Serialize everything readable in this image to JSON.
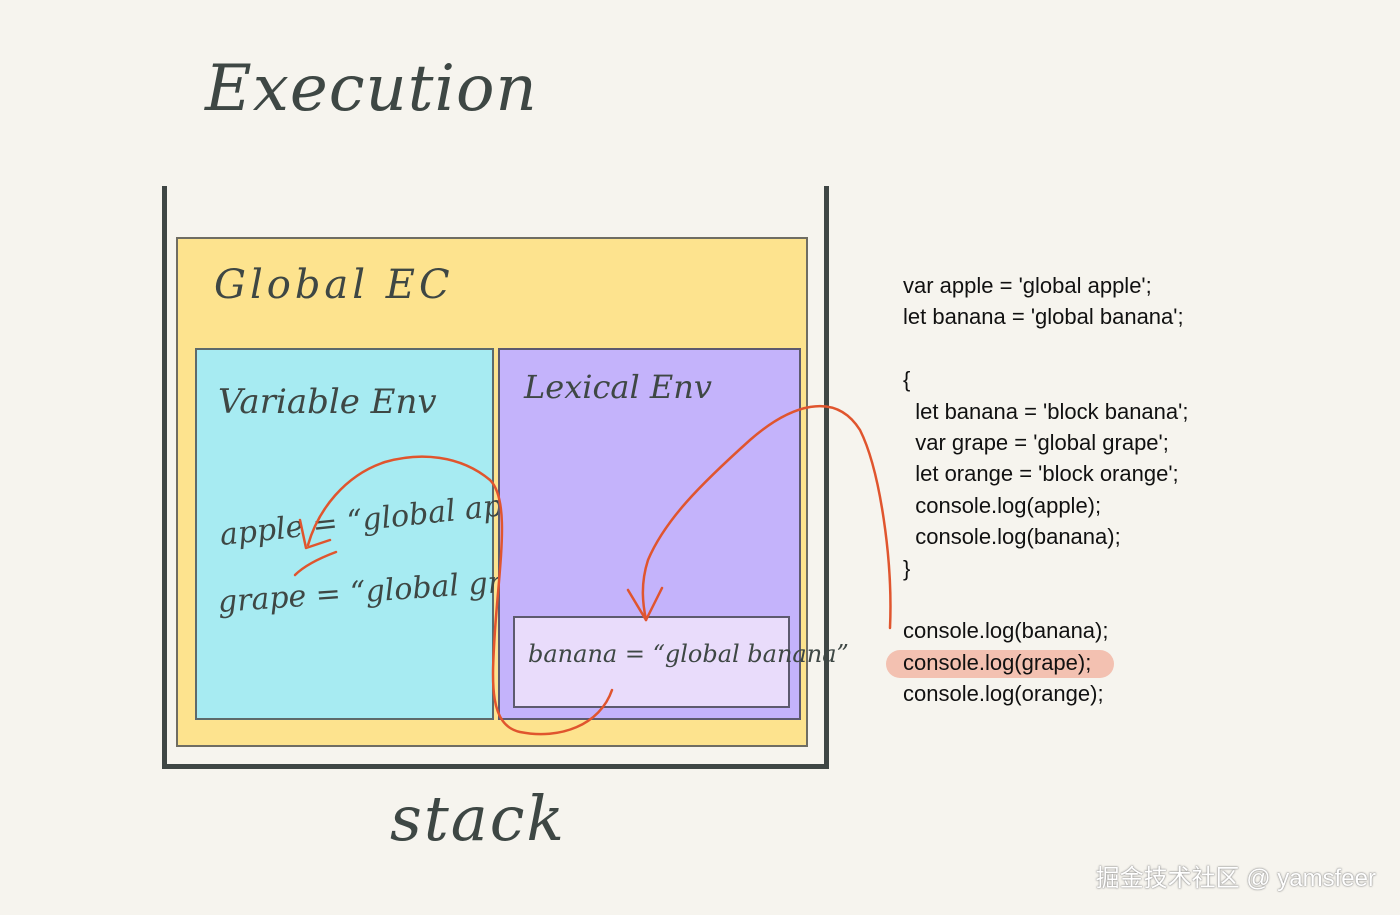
{
  "title": "Execution",
  "stack_label": "stack",
  "global_ec": {
    "label": "Global EC"
  },
  "variable_env": {
    "label": "Variable Env",
    "entries": [
      {
        "text": "apple = “global apple”"
      },
      {
        "text": "grape = “global grape”"
      }
    ]
  },
  "lexical_env": {
    "label": "Lexical Env",
    "entries": [
      {
        "text": "banana = “global banana”"
      }
    ]
  },
  "code": {
    "lines": [
      "var apple = 'global apple';",
      "let banana = 'global banana';",
      "",
      "{",
      "  let banana = 'block banana';",
      "  var grape = 'global grape';",
      "  let orange = 'block orange';",
      "  console.log(apple);",
      "  console.log(banana);",
      "}",
      "",
      "console.log(banana);",
      "console.log(grape);",
      "console.log(orange);"
    ],
    "highlighted_line": "console.log(grape);"
  },
  "watermark": "掘金技术社区 @ yamsfeer",
  "colors": {
    "background": "#f6f4ee",
    "global_ec": "#fde38e",
    "variable_env": "#a7ebf2",
    "lexical_env": "#c4b3fb",
    "banana_box": "#e9dcfb",
    "arrow": "#e0552e",
    "highlight": "#f2b7a6"
  }
}
